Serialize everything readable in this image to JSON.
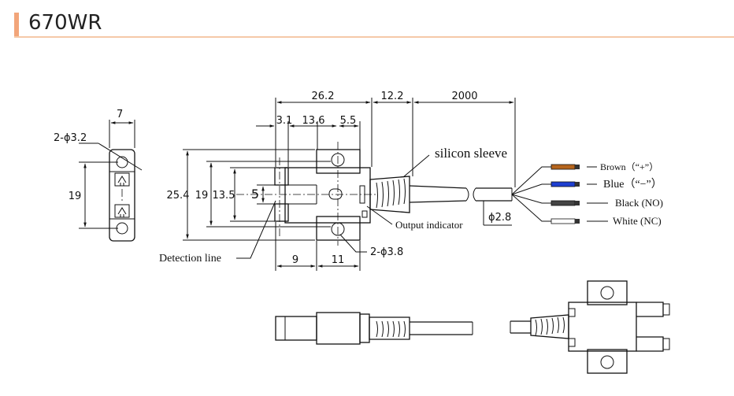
{
  "header": {
    "title": "670WR"
  },
  "dimensions": {
    "width_side": "7",
    "hole_side": "2-ϕ3.2",
    "height_side": "19",
    "total_length": "26.2",
    "sleeve_length": "12.2",
    "cable_length": "2000",
    "d_3_1": "3.1",
    "d_13_6": "13.6",
    "d_5_5": "5.5",
    "h_25_4": "25.4",
    "h_19": "19",
    "h_13_5": "13.5",
    "h_5": "5",
    "w_9": "9",
    "w_11": "11",
    "hole_front": "2-ϕ3.8",
    "cable_dia": "ϕ2.8"
  },
  "labels": {
    "silicon_sleeve": "silicon sleeve",
    "output_indicator": "Output indicator",
    "detection_line": "Detection line"
  },
  "wires": [
    {
      "label": "Brown（“+”）",
      "color": "#b5651d"
    },
    {
      "label": "Blue（“−”）",
      "color": "#1e3fd0"
    },
    {
      "label": "Black (NO)",
      "color": "#444444"
    },
    {
      "label": "White (NC)",
      "color": "#ffffff"
    }
  ]
}
